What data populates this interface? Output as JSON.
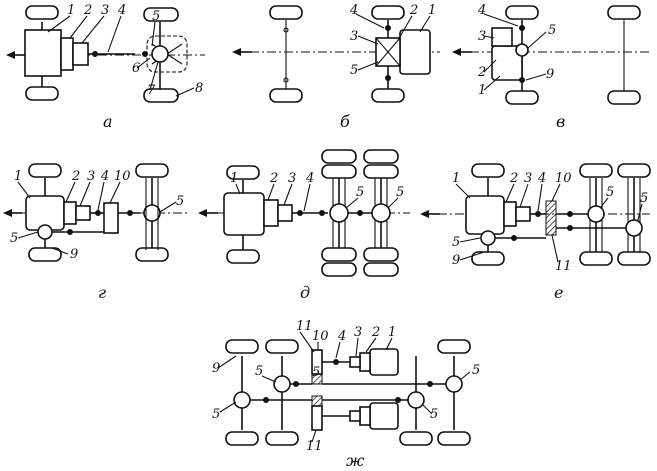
{
  "captions": {
    "a": "а",
    "b": "б",
    "v": "в",
    "g": "г",
    "d": "д",
    "e": "е",
    "zh": "ж"
  },
  "labels": {
    "a": [
      "1",
      "2",
      "3",
      "4",
      "5",
      "6",
      "7",
      "8"
    ],
    "b": [
      "4",
      "2",
      "1",
      "3",
      "5"
    ],
    "v": [
      "4",
      "5",
      "3",
      "2",
      "1",
      "9"
    ],
    "g": [
      "1",
      "2",
      "3",
      "4",
      "10",
      "5",
      "5",
      "9"
    ],
    "d": [
      "1",
      "2",
      "3",
      "4",
      "5",
      "5"
    ],
    "e": [
      "1",
      "2",
      "3",
      "4",
      "10",
      "5",
      "5",
      "5",
      "9",
      "11"
    ],
    "zh": [
      "11",
      "10",
      "4",
      "3",
      "2",
      "1",
      "9",
      "5",
      "5",
      "5",
      "5",
      "5",
      "11"
    ]
  }
}
